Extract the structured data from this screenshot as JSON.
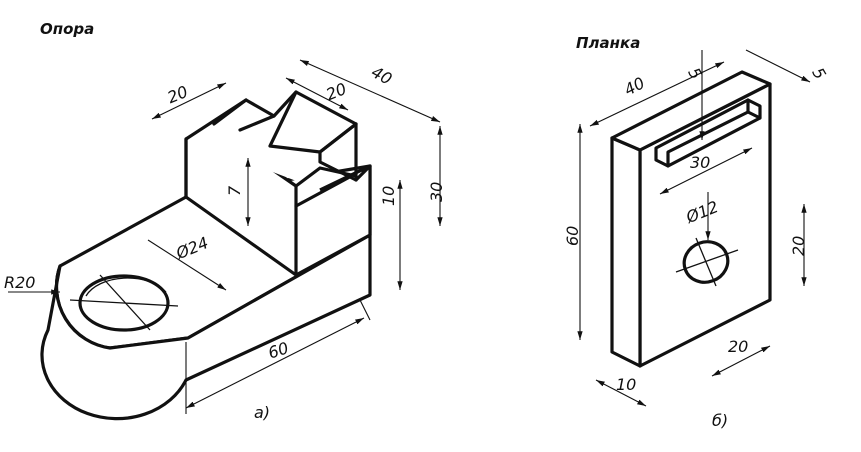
{
  "part_a": {
    "title": "Опора",
    "caption": "а)",
    "dims": {
      "slot_width": "20",
      "block_top_width": "20",
      "depth": "40",
      "total_height": "30",
      "base_height": "10",
      "step_height": "7",
      "hole_diameter": "Ø24",
      "radius": "R20",
      "length": "60"
    }
  },
  "part_b": {
    "title": "Планка",
    "caption": "б)",
    "dims": {
      "width": "40",
      "slot_depth": "5",
      "slot_gap": "5",
      "slot_length": "30",
      "height": "60",
      "hole_diameter": "Ø12",
      "hole_height": "20",
      "hole_offset": "20",
      "thickness": "10"
    }
  }
}
